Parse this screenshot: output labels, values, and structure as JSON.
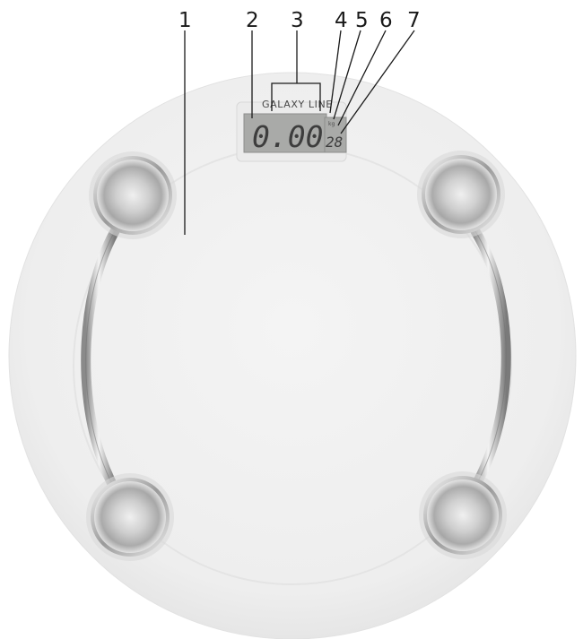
{
  "brand": "GALAXY LINE",
  "display": {
    "weight": "0.00",
    "small_value": "28",
    "unit": "kg"
  },
  "callouts": [
    "1",
    "2",
    "3",
    "4",
    "5",
    "6",
    "7"
  ],
  "colors": {
    "glass": "#efefef",
    "glass_edge": "#f7f7f7",
    "lcd": "#a9aaa8",
    "lcd_frame": "#8d8e8c",
    "chrome": "#c9c9c9",
    "leader_line": "#1a1a1a"
  }
}
